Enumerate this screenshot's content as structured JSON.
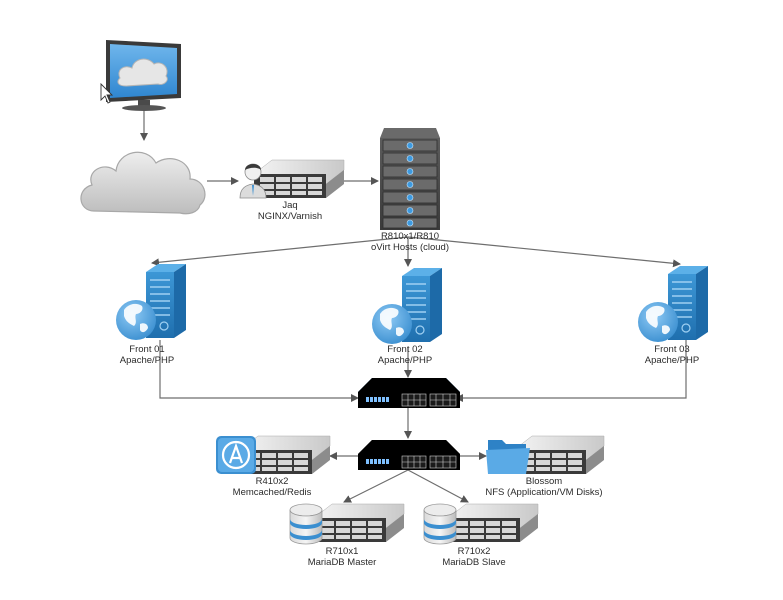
{
  "diagram": {
    "title": "Web infrastructure network diagram",
    "colors": {
      "connector": "#6e6e6e",
      "server_blue": "#2f86c8",
      "server_dark": "#4a4a4a",
      "cloud_gray": "#c8c8c8",
      "label_text": "#2b2b2b"
    },
    "nodes": [
      {
        "id": "client",
        "icon": "monitor-cloud-icon",
        "lines": []
      },
      {
        "id": "internet",
        "icon": "cloud-icon",
        "lines": []
      },
      {
        "id": "jaq",
        "icon": "user-rack-server-icon",
        "lines": [
          "Jaq",
          "NGINX/Varnish"
        ]
      },
      {
        "id": "ovirt",
        "icon": "tower-server-icon",
        "lines": [
          "R810x1/R810",
          "oVirt Hosts (cloud)"
        ]
      },
      {
        "id": "front01",
        "icon": "web-server-icon",
        "lines": [
          "Front 01",
          "Apache/PHP"
        ]
      },
      {
        "id": "front02",
        "icon": "web-server-icon",
        "lines": [
          "Front 02",
          "Apache/PHP"
        ]
      },
      {
        "id": "front03",
        "icon": "web-server-icon",
        "lines": [
          "Front 03",
          "Apache/PHP"
        ]
      },
      {
        "id": "switch_blue",
        "icon": "network-switch-icon",
        "lines": []
      },
      {
        "id": "switch_dark",
        "icon": "network-switch-icon",
        "lines": []
      },
      {
        "id": "cache",
        "icon": "app-rack-server-icon",
        "lines": [
          "R410x2",
          "Memcached/Redis"
        ]
      },
      {
        "id": "nfs",
        "icon": "folder-rack-server-icon",
        "lines": [
          "Blossom",
          "NFS (Application/VM Disks)"
        ]
      },
      {
        "id": "db_master",
        "icon": "database-rack-server-icon",
        "lines": [
          "R710x1",
          "MariaDB Master"
        ]
      },
      {
        "id": "db_slave",
        "icon": "database-rack-server-icon",
        "lines": [
          "R710x2",
          "MariaDB Slave"
        ]
      }
    ],
    "edges": [
      {
        "from": "client",
        "to": "internet"
      },
      {
        "from": "internet",
        "to": "jaq"
      },
      {
        "from": "jaq",
        "to": "ovirt"
      },
      {
        "from": "ovirt",
        "to": "front01"
      },
      {
        "from": "ovirt",
        "to": "front02"
      },
      {
        "from": "ovirt",
        "to": "front03"
      },
      {
        "from": "front01",
        "to": "switch_blue"
      },
      {
        "from": "front02",
        "to": "switch_blue"
      },
      {
        "from": "front03",
        "to": "switch_blue"
      },
      {
        "from": "switch_blue",
        "to": "switch_dark"
      },
      {
        "from": "switch_dark",
        "to": "cache"
      },
      {
        "from": "switch_dark",
        "to": "nfs"
      },
      {
        "from": "switch_dark",
        "to": "db_master"
      },
      {
        "from": "switch_dark",
        "to": "db_slave"
      }
    ]
  }
}
